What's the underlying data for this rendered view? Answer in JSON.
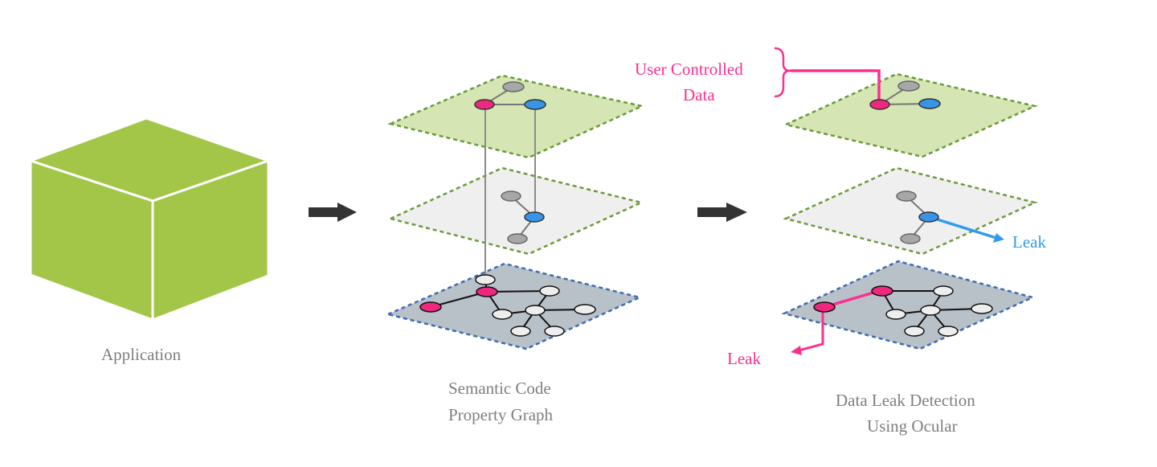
{
  "colors": {
    "cube_green": "#a4c648",
    "layer_green_fill": "#d5e6b4",
    "layer_gray_fill": "#efefef",
    "layer_slate_fill": "#b8c0c8",
    "dash_green": "#6b9a3a",
    "dash_blue": "#3f6cae",
    "node_pink": "#f0277f",
    "node_blue": "#3794e6",
    "node_gray": "#a7a7a7",
    "highlight_pink": "#ff2e8f",
    "highlight_blue": "#2f9bf0",
    "arrow": "#333333"
  },
  "icons": [
    "cube-icon",
    "arrow-right-icon",
    "layer-stack-icon"
  ],
  "labels": {
    "application": "Application",
    "scpg_line1": "Semantic Code",
    "scpg_line2": "Property Graph",
    "detect_line1": "Data Leak Detection",
    "detect_line2": "Using Ocular",
    "user_controlled_line1": "User Controlled",
    "user_controlled_line2": "Data",
    "leak_blue": "Leak",
    "leak_pink": "Leak"
  }
}
